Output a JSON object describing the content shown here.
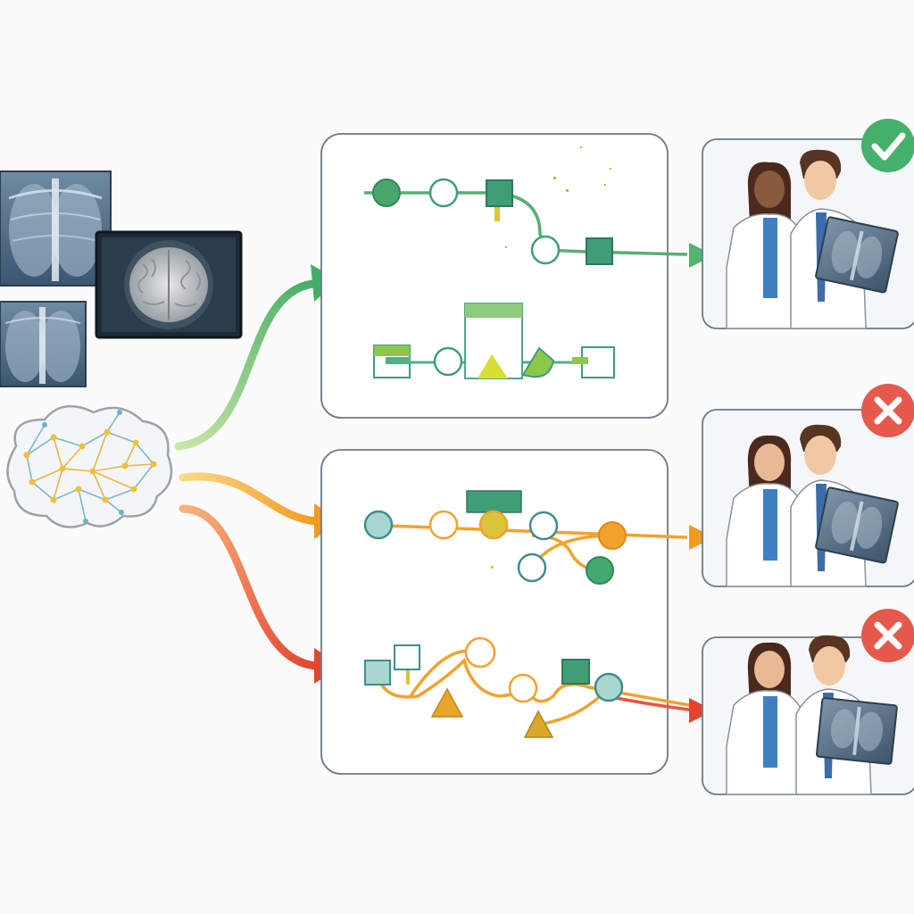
{
  "diagram": {
    "inputs": [
      {
        "kind": "chest-xray"
      },
      {
        "kind": "brain-scan"
      },
      {
        "kind": "chest-xray"
      }
    ],
    "model": {
      "kind": "neural-network-brain"
    },
    "pipelines": [
      {
        "outcome": "approved",
        "status_icon": "check-icon",
        "color": "#52b36d"
      },
      {
        "outcome": "rejected",
        "status_icon": "cross-icon",
        "color": "#f2a22c"
      },
      {
        "outcome": "rejected",
        "status_icon": "cross-icon",
        "color": "#e9543f"
      }
    ],
    "colors": {
      "green": "#52b36d",
      "teal": "#3e9e7c",
      "orange": "#f2a22c",
      "red": "#e9543f",
      "yellow": "#d9df3a",
      "panel_border": "#6b7b88",
      "check_bg": "#45b06a",
      "cross_bg": "#e55a4c"
    }
  }
}
